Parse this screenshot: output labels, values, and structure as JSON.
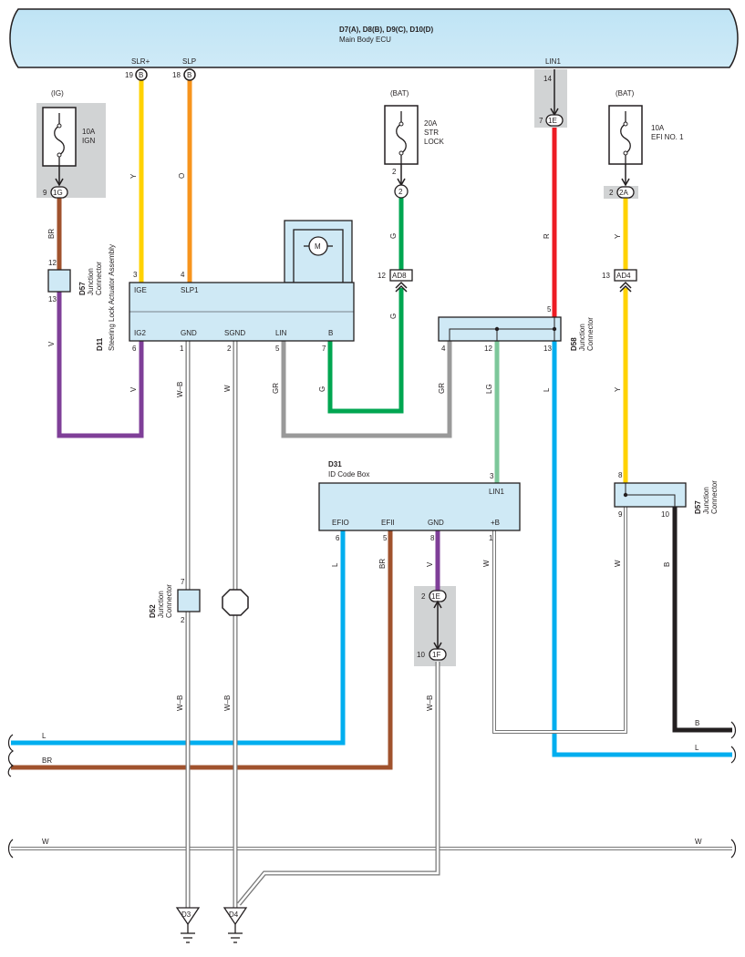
{
  "ecu": {
    "title": "D7(A), D8(B), D9(C), D10(D)",
    "subtitle": "Main Body ECU",
    "pin_slr": "SLR+",
    "pin_slp": "SLP",
    "pin_lin1": "LIN1",
    "pin19": "19",
    "pin18": "18",
    "pin14": "14",
    "conn_b1": "B",
    "conn_b2": "B"
  },
  "fuses": {
    "ign_source": "(IG)",
    "ign_amp": "10A",
    "ign_name": "IGN",
    "ign_pin": "9",
    "ign_conn": "1G",
    "str_source": "(BAT)",
    "str_amp": "20A",
    "str_name1": "STR",
    "str_name2": "LOCK",
    "str_pin": "2",
    "str_conn": "2",
    "efi_source": "(BAT)",
    "efi_amp": "10A",
    "efi_name": "EFI NO. 1",
    "efi_pin": "2",
    "efi_conn": "2A"
  },
  "connectors": {
    "j1e_pin": "7",
    "j1e_label": "1E",
    "ad8_pin": "12",
    "ad8_label": "AD8",
    "ad4_pin": "13",
    "ad4_label": "AD4",
    "j1e2_pin": "2",
    "j1e2_label": "1E",
    "j1f_pin": "10",
    "j1f_label": "1F"
  },
  "d57_left": {
    "id": "D57",
    "line1": "Junction",
    "line2": "Connector",
    "pin_top": "12",
    "pin_bot": "13"
  },
  "d11": {
    "id": "D11",
    "name": "Steering Lock Actuator Assembly",
    "pin_ige": "IGE",
    "pin_slp1": "SLP1",
    "pin_ig2": "IG2",
    "pin_gnd": "GND",
    "pin_sgnd": "SGND",
    "pin_lin": "LIN",
    "pin_b": "B",
    "n3": "3",
    "n4": "4",
    "n6": "6",
    "n1": "1",
    "n2": "2",
    "n5": "5",
    "n7": "7",
    "motor": "M"
  },
  "d58": {
    "id": "D58",
    "line1": "Junction",
    "line2": "Connector",
    "n5": "5",
    "n4": "4",
    "n12": "12",
    "n13": "13"
  },
  "d31": {
    "id": "D31",
    "name": "ID Code Box",
    "pin_lin1": "LIN1",
    "pin_efio": "EFIO",
    "pin_efii": "EFII",
    "pin_gnd": "GND",
    "pin_b": "+B",
    "n3": "3",
    "n6": "6",
    "n5": "5",
    "n8": "8",
    "n1": "1"
  },
  "d57_right": {
    "id": "D57",
    "line1": "Junction",
    "line2": "Connector",
    "n8": "8",
    "n9": "9",
    "n10": "10"
  },
  "d52": {
    "id": "D52",
    "line1": "Junction",
    "line2": "Connector",
    "n7": "7",
    "n2": "2"
  },
  "grounds": {
    "d3": "D3",
    "d4": "D4"
  },
  "wire_labels": {
    "slr": "Y",
    "slp": "O",
    "ign": "BR",
    "d57v": "V",
    "ig2": "V",
    "str_g1": "G",
    "str_g2": "G",
    "d11_b": "G",
    "lin1_r": "R",
    "efi_y1": "Y",
    "efi_y2": "Y",
    "gnd_wb": "W–B",
    "sgnd_w": "W",
    "lin_gr": "GR",
    "d58_gr": "GR",
    "d58_lg": "LG",
    "d58_l": "L",
    "efio_l": "L",
    "efii_br": "BR",
    "gnd_v": "V",
    "pb_w": "W",
    "d57_w": "W",
    "d57_b": "B",
    "d52_wb": "W–B",
    "sgnd_wb": "W–B",
    "gnd2_wb": "W–B",
    "bus_l_left": "L",
    "bus_br_left": "BR",
    "bus_w_left": "W",
    "bus_w_right": "W",
    "bus_b_right": "B",
    "bus_l_right": "L"
  },
  "colors": {
    "yellow": "#ffd200",
    "orange": "#f7941d",
    "brown": "#a0522d",
    "purple": "#7f3f98",
    "green": "#00a651",
    "red": "#ed1c24",
    "blue": "#00aeef",
    "gray": "#999999",
    "light_green": "#7dc79a",
    "black": "#231f20",
    "component_fill": "#cfe9f5",
    "shade": "#d1d3d4"
  }
}
